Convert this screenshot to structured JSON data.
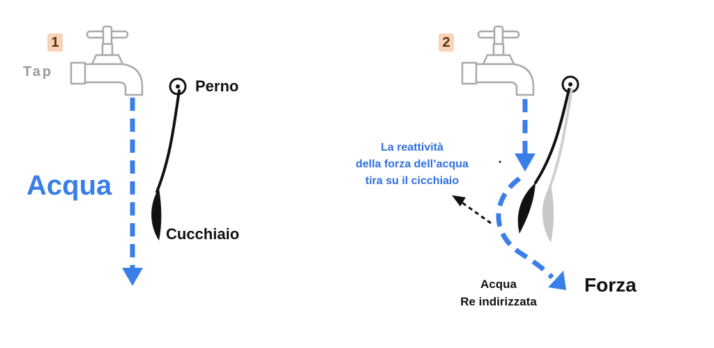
{
  "panels": [
    {
      "step": "1",
      "tap_label": "Tap",
      "water_label": "Acqua",
      "pivot_label": "Perno",
      "spoon_label": "Cucchiaio"
    },
    {
      "step": "2",
      "reaction_note": [
        "La reattività",
        "della forza dell’acqua",
        "tira su il cicchiaio"
      ],
      "redirected_water_label": [
        "Acqua",
        "Re indirizzata"
      ],
      "force_label": "Forza"
    }
  ],
  "colors": {
    "water": "#3a7ee8",
    "tap_outline": "#a8a8a8",
    "spoon": "#111111",
    "spoon_ghost": "#c8c8c8",
    "badge": "#f8d3b8"
  },
  "icons": [
    "faucet-icon",
    "pivot-icon",
    "spoon-icon",
    "arrow-down-icon"
  ]
}
